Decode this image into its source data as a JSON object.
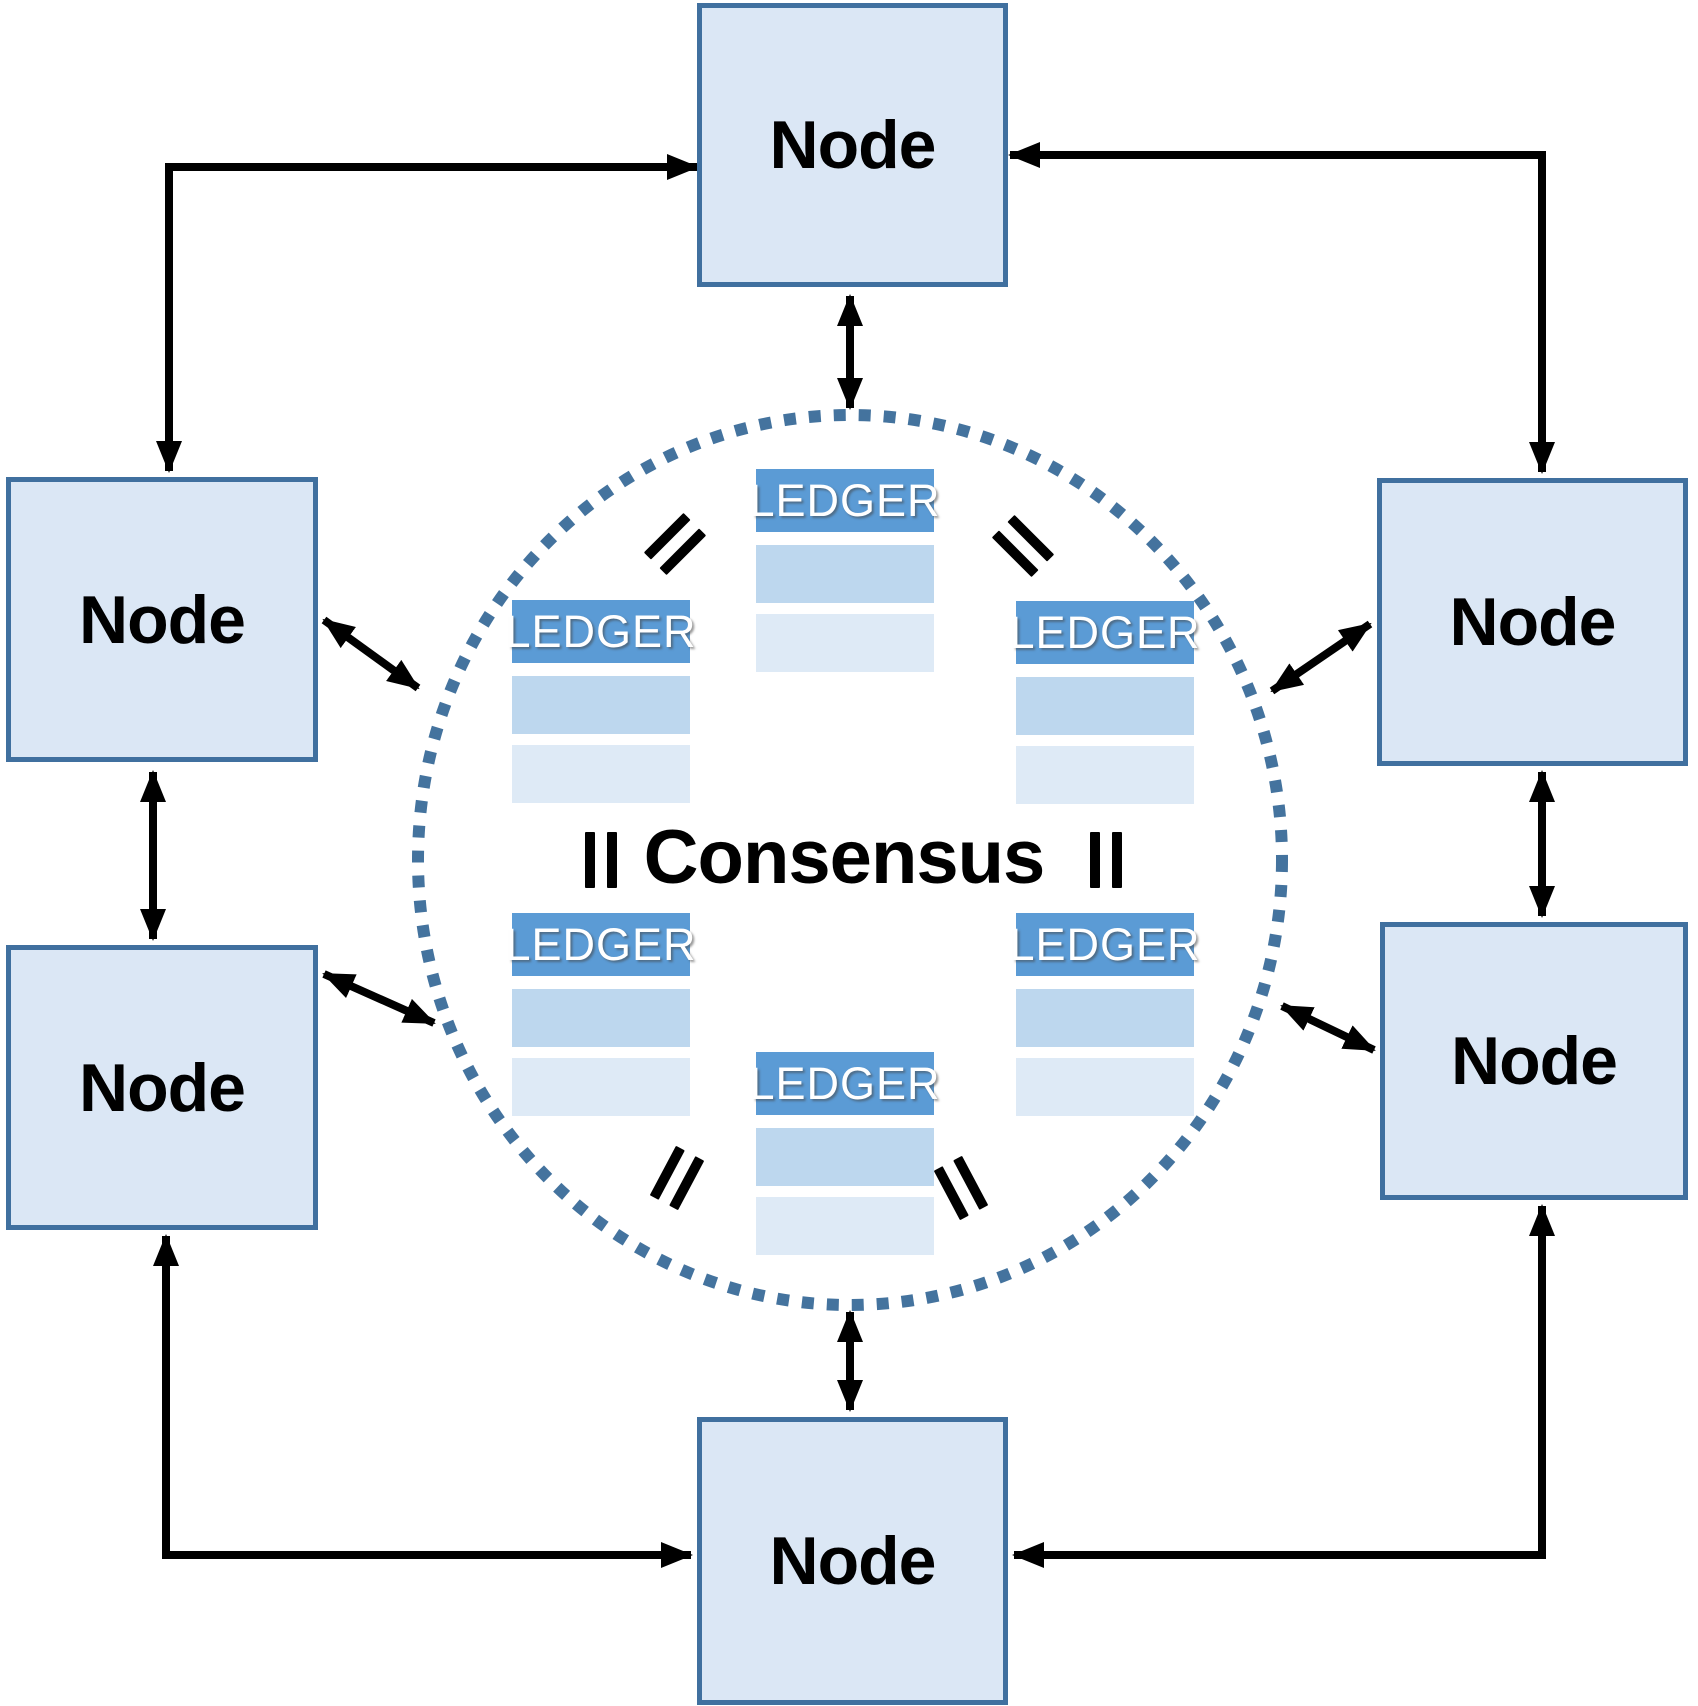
{
  "diagram": {
    "center_label": "Consensus",
    "nodes": [
      {
        "id": "top",
        "label": "Node"
      },
      {
        "id": "left-upper",
        "label": "Node"
      },
      {
        "id": "left-lower",
        "label": "Node"
      },
      {
        "id": "right-upper",
        "label": "Node"
      },
      {
        "id": "right-lower",
        "label": "Node"
      },
      {
        "id": "bottom",
        "label": "Node"
      }
    ],
    "ledgers": [
      {
        "id": "top-center",
        "header": "LEDGER"
      },
      {
        "id": "mid-left",
        "header": "LEDGER"
      },
      {
        "id": "mid-right",
        "header": "LEDGER"
      },
      {
        "id": "bottom-left",
        "header": "LEDGER"
      },
      {
        "id": "bottom-right",
        "header": "LEDGER"
      },
      {
        "id": "bottom-center",
        "header": "LEDGER"
      }
    ],
    "colors": {
      "node_fill": "#dbe7f5",
      "node_border": "#40709f",
      "ledger_header_fill": "#5b9bd5",
      "ledger_row_1": "#bdd7ee",
      "ledger_row_2": "#deeaf6",
      "circle_dots": "#44739e",
      "arrows": "#000000"
    }
  }
}
